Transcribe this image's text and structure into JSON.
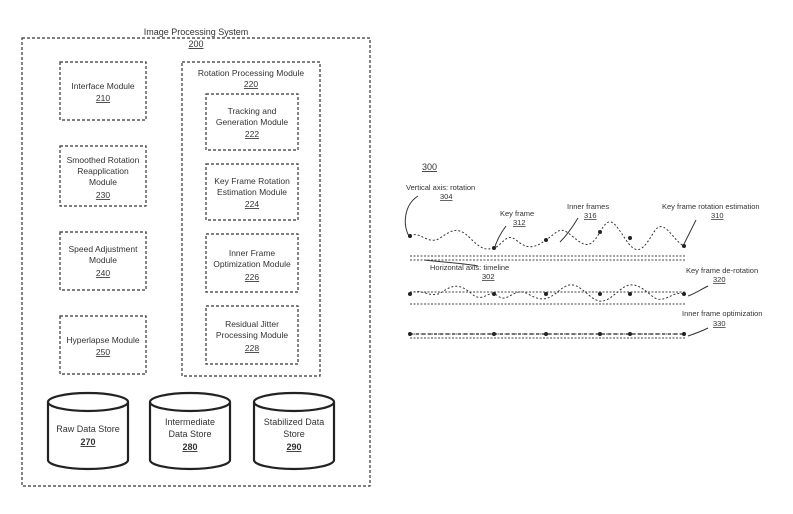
{
  "system": {
    "title": "Image Processing System",
    "ref": "200"
  },
  "modules_left": [
    {
      "lines": [
        "Interface Module"
      ],
      "ref": "210"
    },
    {
      "lines": [
        "Smoothed Rotation",
        "Reapplication",
        "Module"
      ],
      "ref": "230"
    },
    {
      "lines": [
        "Speed Adjustment",
        "Module"
      ],
      "ref": "240"
    },
    {
      "lines": [
        "Hyperlapse Module"
      ],
      "ref": "250"
    }
  ],
  "rotation": {
    "title": "Rotation Processing Module",
    "ref": "220",
    "modules": [
      {
        "lines": [
          "Tracking and",
          "Generation Module"
        ],
        "ref": "222"
      },
      {
        "lines": [
          "Key Frame Rotation",
          "Estimation Module"
        ],
        "ref": "224"
      },
      {
        "lines": [
          "Inner Frame",
          "Optimization Module"
        ],
        "ref": "226"
      },
      {
        "lines": [
          "Residual Jitter",
          "Processing Module"
        ],
        "ref": "228"
      }
    ]
  },
  "stores": [
    {
      "lines": [
        "Raw Data Store"
      ],
      "ref": "270"
    },
    {
      "lines": [
        "Intermediate",
        "Data Store"
      ],
      "ref": "280"
    },
    {
      "lines": [
        "Stabilized Data",
        "Store"
      ],
      "ref": "290"
    }
  ],
  "figure300": {
    "ref": "300",
    "labels": {
      "vertical_axis": {
        "text": "Vertical axis: rotation",
        "ref": "304"
      },
      "key_frame": {
        "text": "Key frame",
        "ref": "312"
      },
      "inner_frames": {
        "text": "Inner frames",
        "ref": "316"
      },
      "kf_rot_est": {
        "text": "Key frame rotation estimation",
        "ref": "310"
      },
      "horizontal_axis": {
        "text": "Horizontal axis: timeline",
        "ref": "302"
      },
      "kf_derot": {
        "text": "Key frame de-rotation",
        "ref": "320"
      },
      "inner_opt": {
        "text": "Inner frame optimization",
        "ref": "330"
      }
    }
  }
}
